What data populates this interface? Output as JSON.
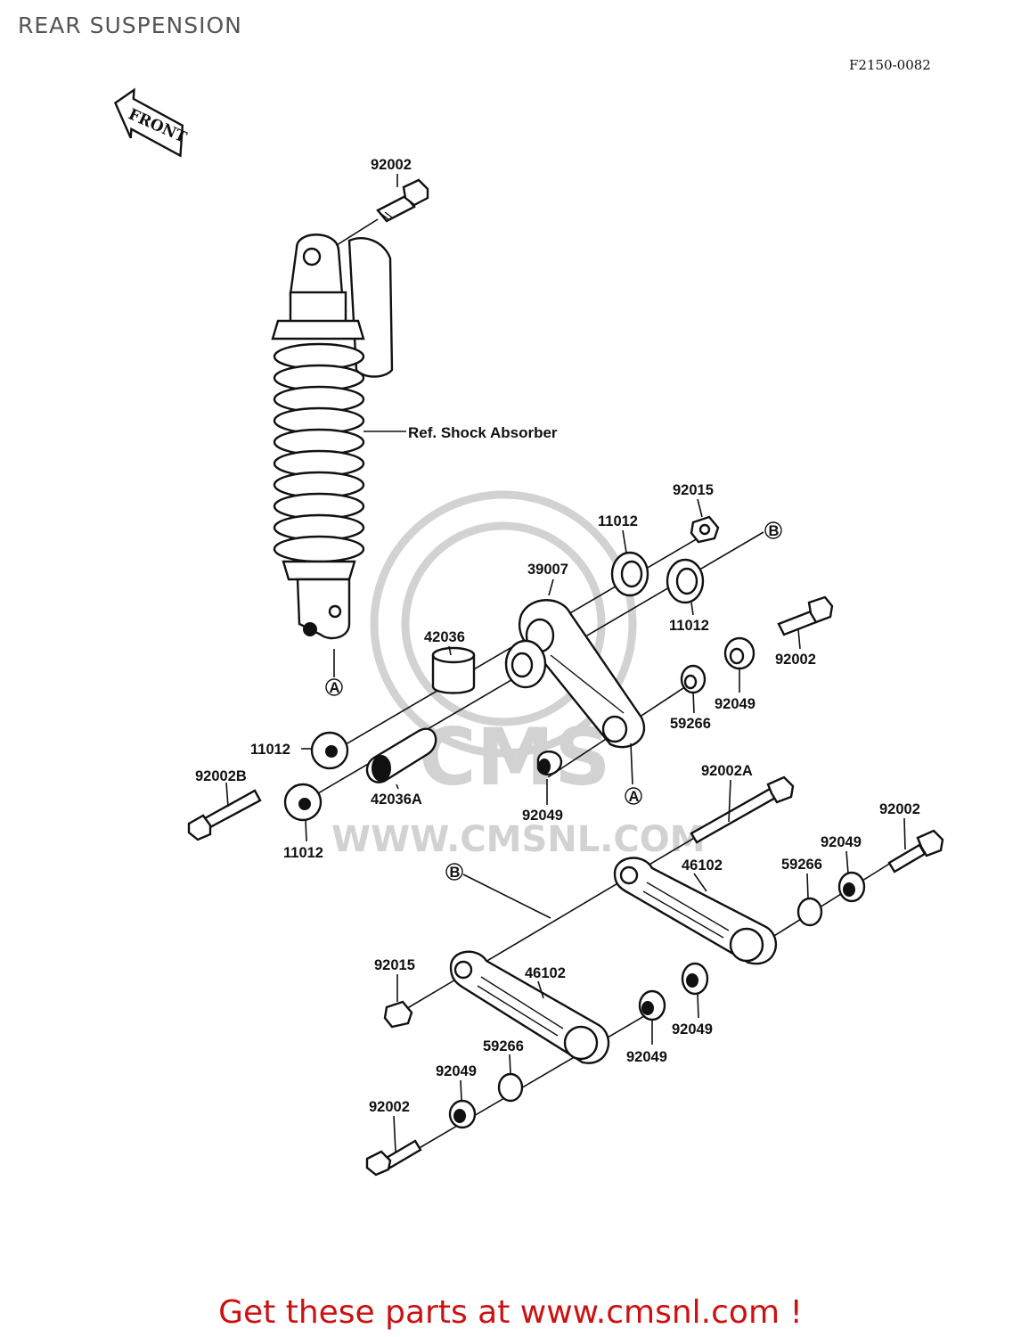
{
  "header": {
    "title": "REAR SUSPENSION",
    "diagram_code": "F2150-0082"
  },
  "front_arrow": {
    "label": "FRONT"
  },
  "watermark": {
    "text": "WWW.CMSNL.COM",
    "logo_text": "CMS"
  },
  "reference_marks": {
    "a": "A",
    "b": "B"
  },
  "callouts": {
    "shock_ref": "Ref. Shock Absorber",
    "p92002_top": "92002",
    "p92015_top": "92015",
    "p11012_a": "11012",
    "p39007": "39007",
    "p11012_b": "11012",
    "p92002_right": "92002",
    "p42036": "42036",
    "p92049_a": "92049",
    "p59266_a": "59266",
    "p11012_c": "11012",
    "p92002B": "92002B",
    "p42036A": "42036A",
    "p92049_b": "92049",
    "p11012_d": "11012",
    "p92002A": "92002A",
    "p92002_far": "92002",
    "p92049_c": "92049",
    "p59266_b": "59266",
    "p46102_a": "46102",
    "p92015_low": "92015",
    "p46102_b": "46102",
    "p92049_d": "92049",
    "p92049_e": "92049",
    "p59266_c": "59266",
    "p92049_f": "92049",
    "p92002_bottom": "92002"
  },
  "footer": {
    "text": "Get these parts at www.cmsnl.com !"
  }
}
